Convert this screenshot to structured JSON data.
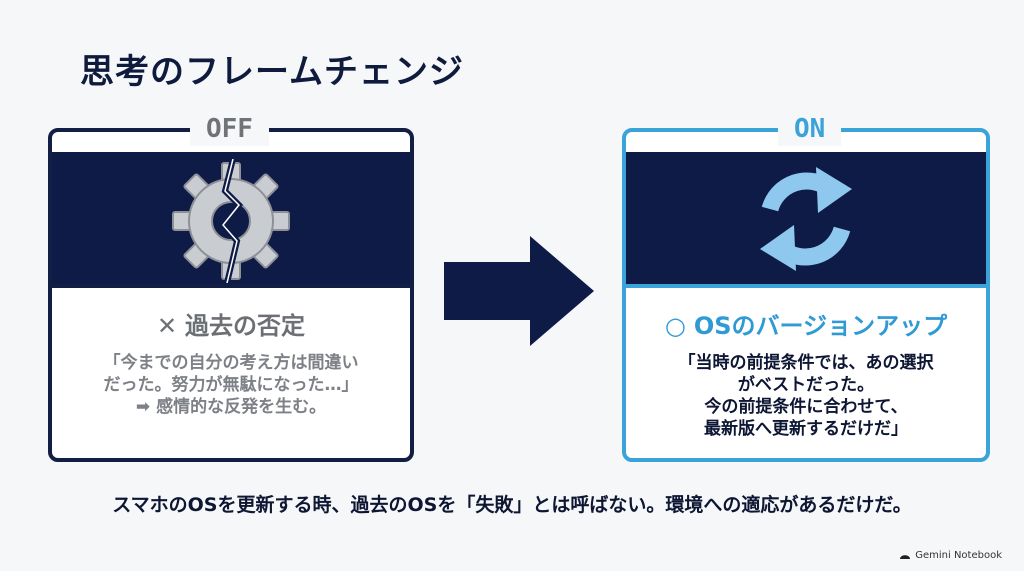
{
  "title": "思考のフレームチェンジ",
  "off": {
    "label": "OFF",
    "icon": "broken-gear-icon",
    "mark": "✕",
    "heading": "過去の否定",
    "lines": [
      "「今までの自分の考え方は間違い",
      "だった。努力が無駄になった…」",
      "➡ 感情的な反発を生む。"
    ]
  },
  "on": {
    "label": "ON",
    "icon": "sync-arrows-icon",
    "mark": "○",
    "heading": "OSのバージョンアップ",
    "lines": [
      "「当時の前提条件では、あの選択",
      "がベストだった。",
      "今の前提条件に合わせて、",
      "最新版へ更新するだけだ」"
    ]
  },
  "arrow_icon": "right-arrow-icon",
  "footer": "スマホのOSを更新する時、過去のOSを「失敗」とは呼ばない。環境への適応があるだけだ。",
  "badge": "Gemini Notebook",
  "colors": {
    "navy": "#0f1b47",
    "accent_blue": "#3aa3da",
    "muted_gray": "#707479"
  }
}
